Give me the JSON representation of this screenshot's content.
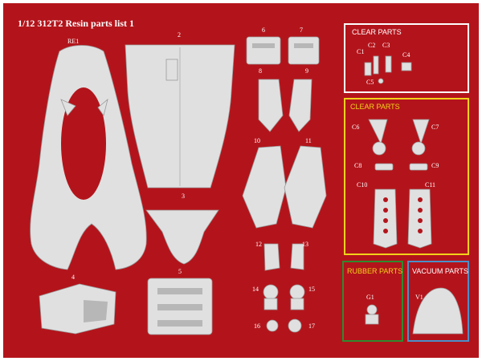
{
  "title": "1/12 312T2 Resin parts list 1",
  "colors": {
    "background": "#b3141b",
    "clear_box_1": "#ffffff",
    "clear_box_2": "#f2d21b",
    "rubber_box": "#2e8b2e",
    "vacuum_box": "#4a90c8",
    "part": "#e0e0e0"
  },
  "boxes": {
    "clear_top": {
      "title": "CLEAR PARTS"
    },
    "clear_bottom": {
      "title": "CLEAR PARTS"
    },
    "rubber": {
      "title": "RUBBER PARTS"
    },
    "vacuum": {
      "title": "VACUUM PARTS"
    }
  },
  "part_labels": {
    "re1": "RE1",
    "p2": "2",
    "p3": "3",
    "p4": "4",
    "p5": "5",
    "p6": "6",
    "p7": "7",
    "p8": "8",
    "p9": "9",
    "p10": "10",
    "p11": "11",
    "p12": "12",
    "p13": "13",
    "p14": "14",
    "p15": "15",
    "p16": "16",
    "p17": "17",
    "c1": "C1",
    "c2": "C2",
    "c3": "C3",
    "c4": "C4",
    "c5": "C5",
    "c6": "C6",
    "c7": "C7",
    "c8": "C8",
    "c9": "C9",
    "c10": "C10",
    "c11": "C11",
    "g1": "G1",
    "v1": "V1"
  }
}
